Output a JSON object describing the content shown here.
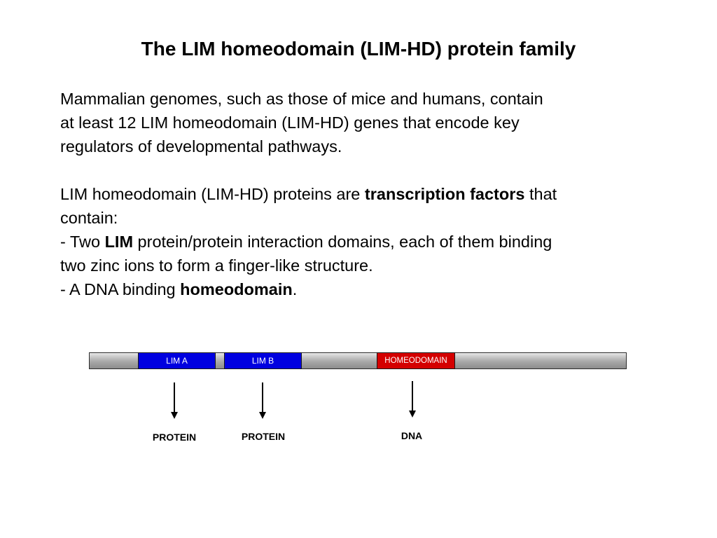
{
  "title": "The LIM homeodomain (LIM-HD) protein family",
  "paragraph1": {
    "line1": "Mammalian genomes, such as those of mice and humans, contain",
    "line2": "at least 12 LIM homeodomain (LIM-HD) genes that encode key",
    "line3": "regulators of developmental pathways."
  },
  "paragraph2": {
    "intro_prefix": "LIM homeodomain (LIM-HD) proteins are ",
    "intro_bold": "transcription factors",
    "intro_suffix": " that",
    "intro_line2": "contain:",
    "item1_prefix": "- Two ",
    "item1_bold": "LIM",
    "item1_suffix": " protein/protein interaction domains, each of them binding",
    "item1_line2": "two zinc ions to form a finger-like structure.",
    "item2_prefix": "- A DNA binding ",
    "item2_bold": "homeodomain",
    "item2_suffix": "."
  },
  "diagram": {
    "domains": [
      {
        "label": "LIM A",
        "color": "#0000e0"
      },
      {
        "label": "LIM B",
        "color": "#0000e0"
      },
      {
        "label": "HOMEODOMAIN",
        "color": "#d40000"
      }
    ],
    "targets": [
      "PROTEIN",
      "PROTEIN",
      "DNA"
    ]
  }
}
